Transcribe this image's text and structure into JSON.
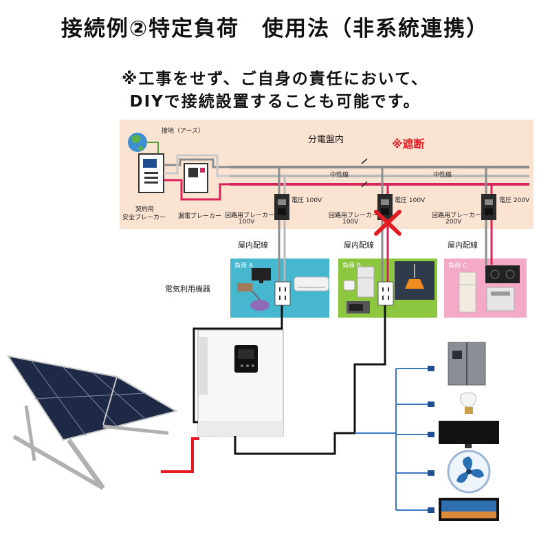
{
  "title": "接続例②特定負荷　使用法（非系統連携）",
  "note": {
    "line1": "※工事をせず、ご自身の責任において、",
    "line2": "DIYで接続設置することも可能です。"
  },
  "panel": {
    "title": "分電盤内",
    "cutoff": "※遮断",
    "ground": "接地（アース）",
    "neutral": "中性線",
    "contract_breaker": [
      "契約用",
      "安全ブレーカー"
    ],
    "leak_breaker": "漏電ブレーカー",
    "circuits": [
      {
        "breaker": "回路用ブレーカー",
        "rating": "100V",
        "voltage": "電圧 100V"
      },
      {
        "breaker": "回路用ブレーカー",
        "rating": "100V",
        "voltage": "電圧 100V"
      },
      {
        "breaker": "回路用ブレーカー",
        "rating": "200V",
        "voltage": "電圧 200V"
      }
    ]
  },
  "wiring_label": "屋内配線",
  "appliances_label": "電気利用機器",
  "loads": [
    {
      "tag": "負荷 A",
      "color": "#47b6cf"
    },
    {
      "tag": "負荷 B",
      "color": "#8dc63f"
    },
    {
      "tag": "負荷 C",
      "color": "#f4a9c6"
    }
  ],
  "colors": {
    "gray_wire": "#9b9b9b",
    "red_wire": "#d6235a",
    "black_wire": "#111111",
    "blue_wire": "#3a79c2",
    "cut_mark": "#e31b23"
  },
  "icons": [
    "earth-icon",
    "solar-panel-icon",
    "inverter-icon",
    "refrigerator-icon",
    "light-bulb-icon",
    "monitor-icon",
    "fan-icon",
    "tv-icon",
    "breaker-icon",
    "outlet-icon"
  ]
}
